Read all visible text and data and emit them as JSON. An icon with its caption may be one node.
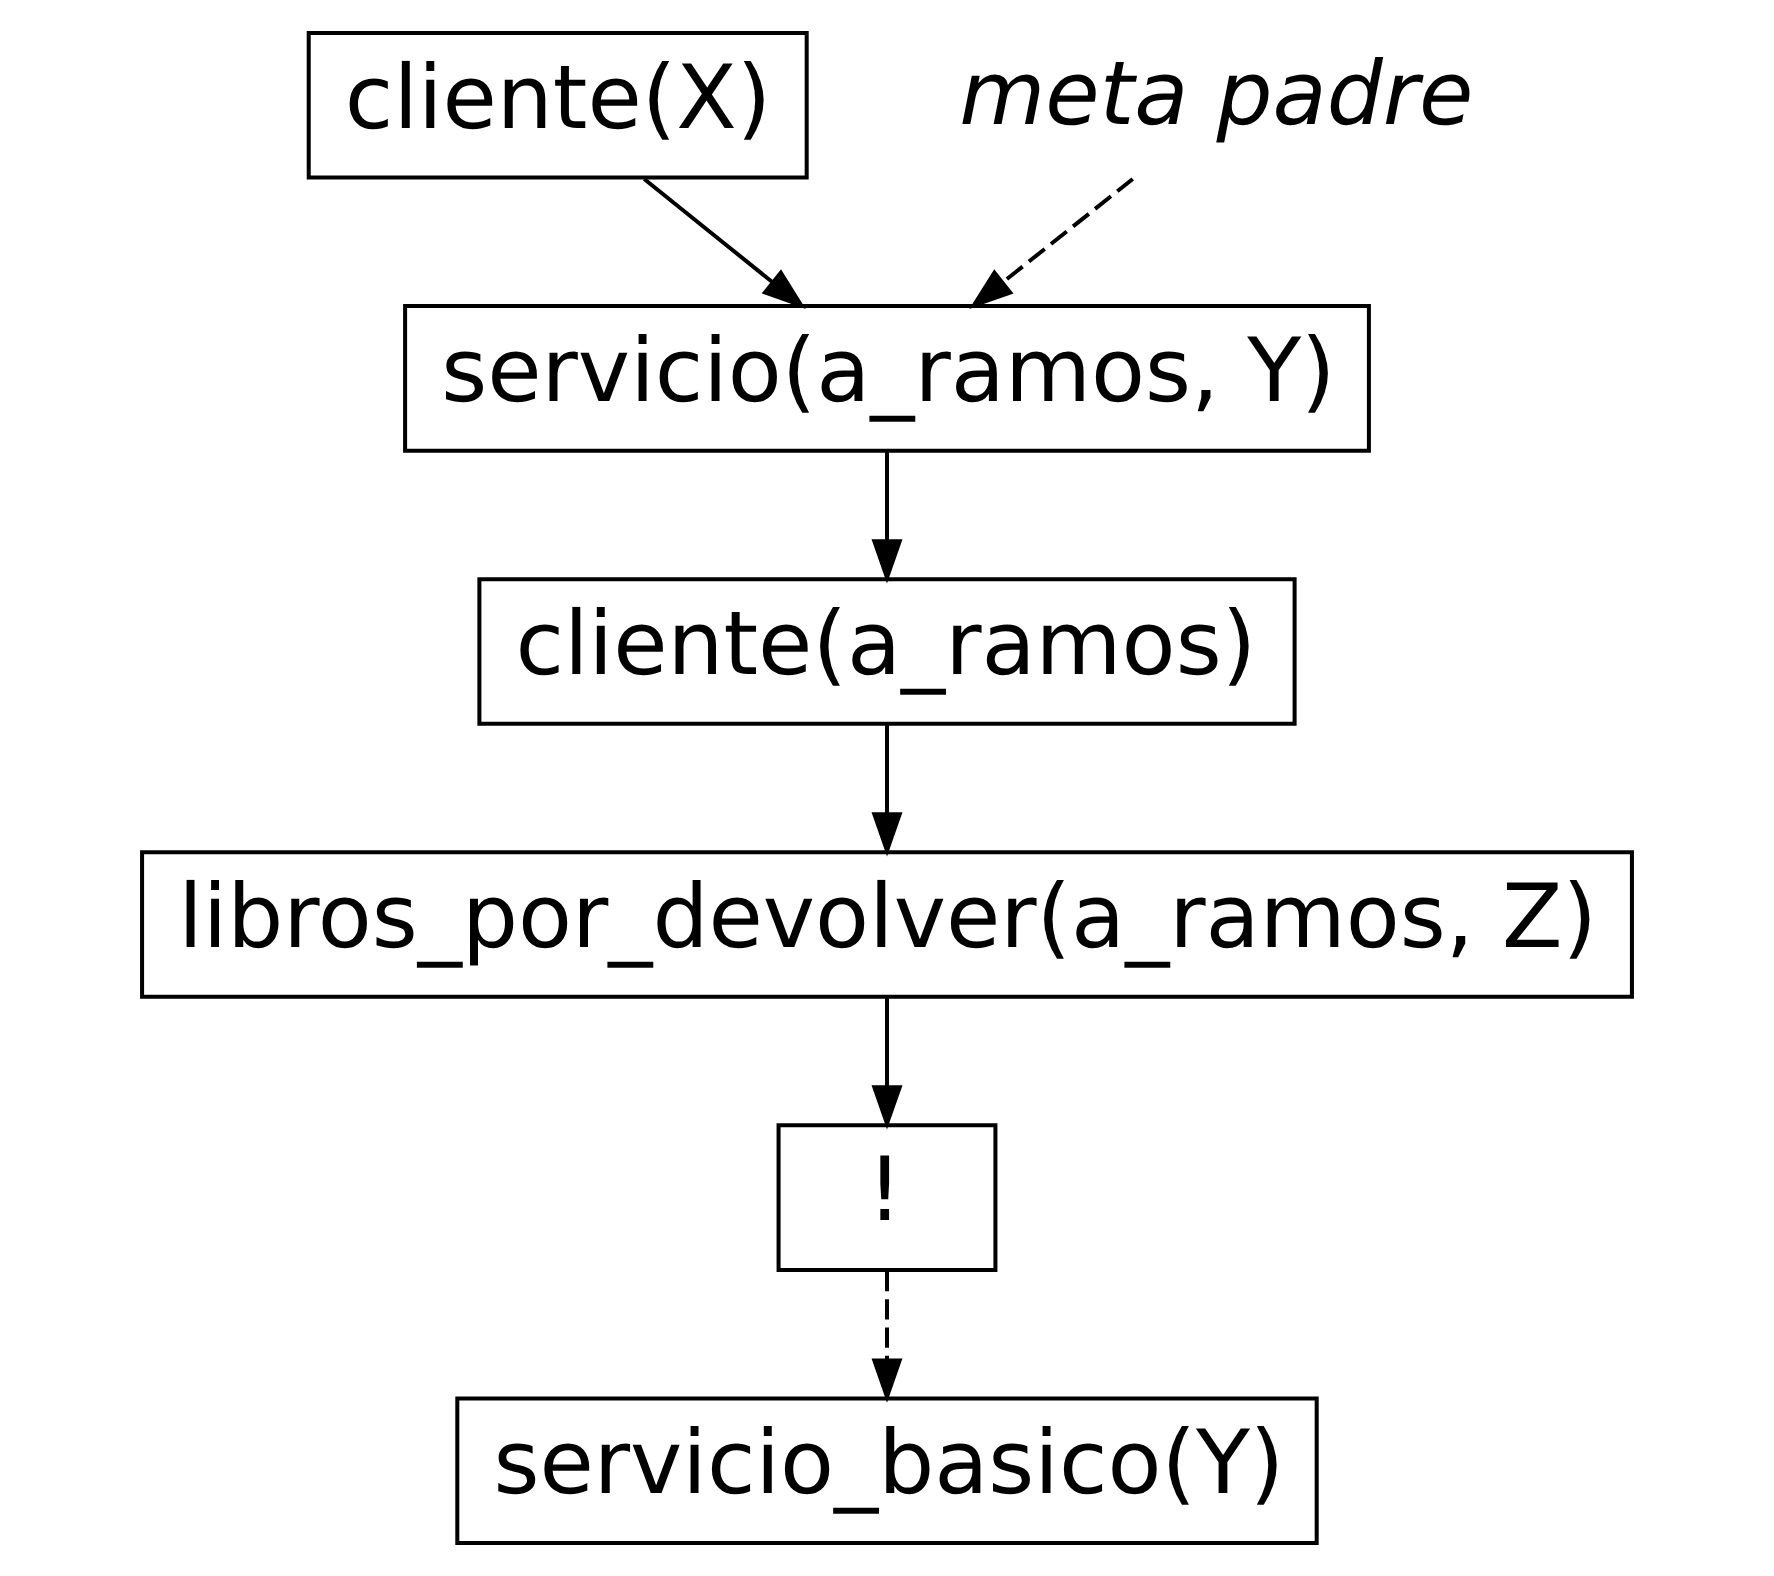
{
  "diagram": {
    "nodes": [
      {
        "text": [
          "cliente(X)"
        ]
      },
      {
        "text": [
          "meta padre"
        ]
      },
      {
        "text": [
          "servicio(a_ramos, Y)"
        ]
      },
      {
        "text": [
          "cliente(a_ramos)"
        ]
      },
      {
        "text": [
          "libros_por_devolver(a_ramos, Z)"
        ]
      },
      {
        "text": [
          "!"
        ]
      },
      {
        "text": [
          "servicio_basico(Y)"
        ]
      }
    ],
    "edges": [
      {
        "from": 0,
        "to": 2,
        "arrow": "to"
      },
      {
        "from": 1,
        "to": 2,
        "arrow": "to",
        "style": "dashed"
      },
      {
        "from": 2,
        "to": 3,
        "arrow": "to"
      },
      {
        "from": 3,
        "to": 4,
        "arrow": "to"
      },
      {
        "from": 4,
        "to": 5,
        "arrow": "to"
      },
      {
        "from": 5,
        "to": 6,
        "arrow": "to",
        "style": "dashed"
      }
    ]
  }
}
